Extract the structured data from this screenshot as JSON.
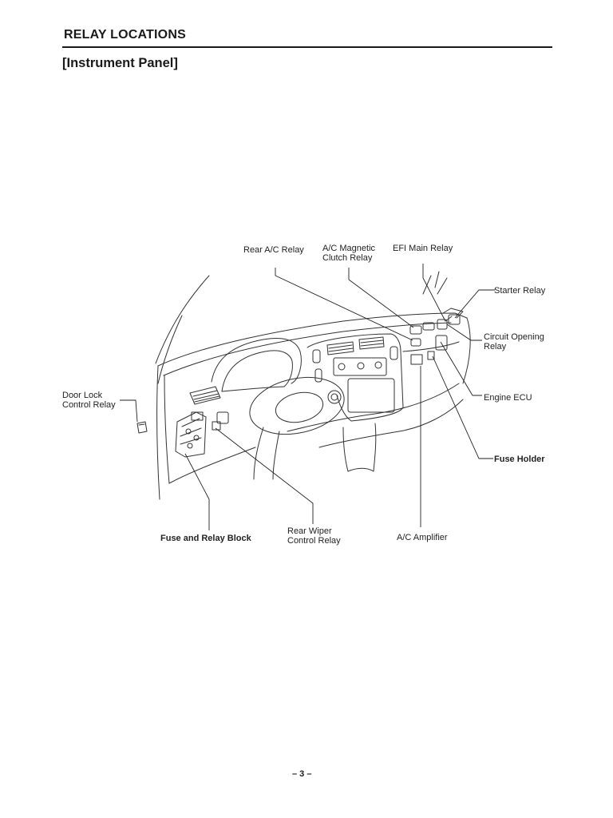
{
  "header": {
    "title": "RELAY LOCATIONS"
  },
  "section": {
    "subtitle": "[Instrument Panel]"
  },
  "labels": {
    "rear_ac_relay": "Rear A/C Relay",
    "ac_magnetic_clutch_relay_1": "A/C Magnetic",
    "ac_magnetic_clutch_relay_2": "Clutch Relay",
    "efi_main_relay": "EFI Main Relay",
    "starter_relay": "Starter Relay",
    "circuit_opening_relay_1": "Circuit Opening",
    "circuit_opening_relay_2": "Relay",
    "engine_ecu": "Engine ECU",
    "door_lock_control_relay_1": "Door Lock",
    "door_lock_control_relay_2": "Control Relay",
    "fuse_holder": "Fuse Holder",
    "fuse_and_relay_block": "Fuse and Relay Block",
    "rear_wiper_control_relay_1": "Rear Wiper",
    "rear_wiper_control_relay_2": "Control Relay",
    "ac_amplifier": "A/C Amplifier"
  },
  "footer": {
    "page_number": "– 3 –"
  }
}
